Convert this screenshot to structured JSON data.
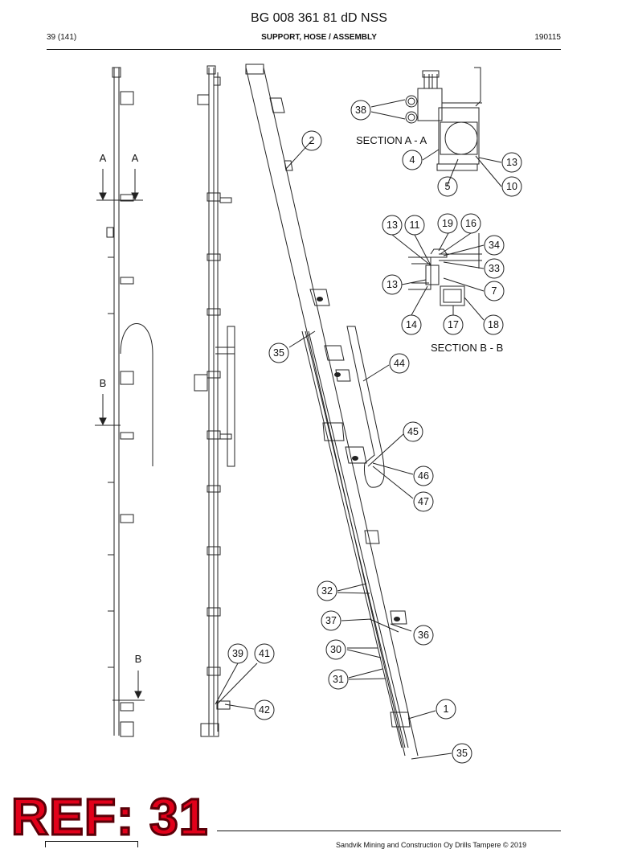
{
  "header": {
    "title": "BG 008 361 81 dD NSS",
    "page": "39 (141)",
    "subtitle": "SUPPORT, HOSE / ASSEMBLY",
    "code": "190115"
  },
  "section_labels": {
    "a_left": "A",
    "a_right": "A",
    "b_top": "B",
    "b_bottom": "B",
    "section_aa": "SECTION A - A",
    "section_bb": "SECTION B - B"
  },
  "callouts": [
    "38",
    "2",
    "4",
    "13",
    "5",
    "10",
    "13",
    "11",
    "19",
    "16",
    "34",
    "33",
    "13",
    "7",
    "14",
    "17",
    "18",
    "35",
    "44",
    "45",
    "46",
    "47",
    "32",
    "37",
    "36",
    "30",
    "31",
    "39",
    "41",
    "42",
    "1",
    "35"
  ],
  "stamp": "REF: 31",
  "footer": {
    "copyright": "Sandvik Mining and Construction Oy Drills Tampere © 2019"
  }
}
